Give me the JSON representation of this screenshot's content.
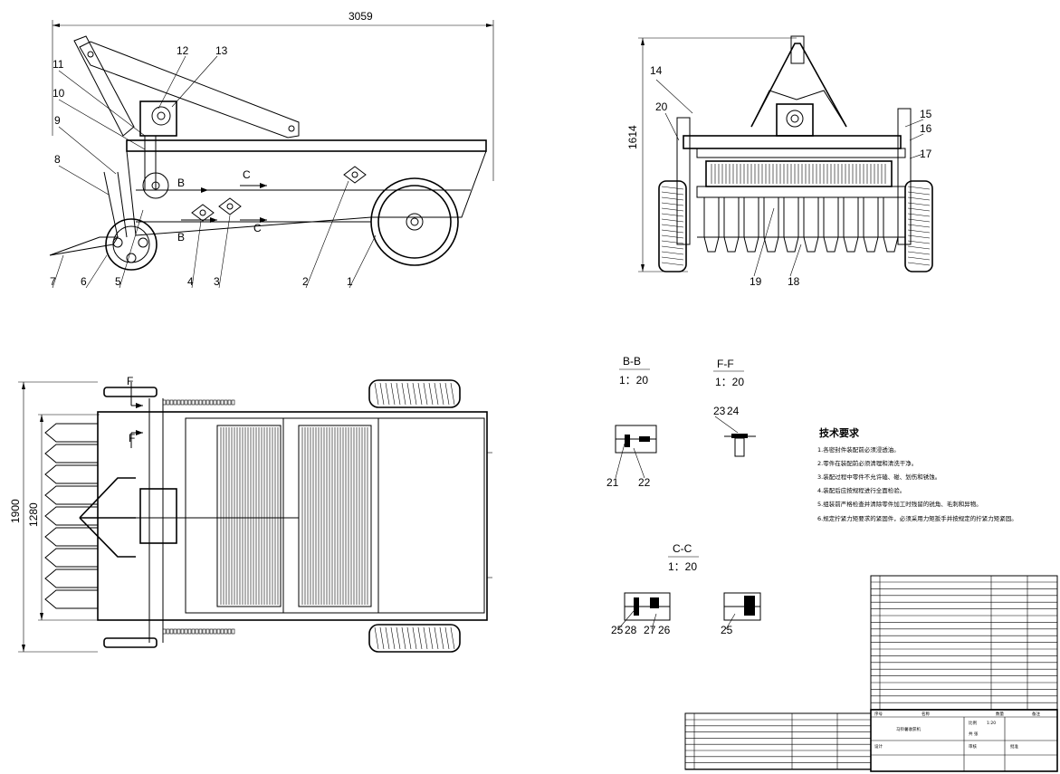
{
  "side_view": {
    "overall_length": "3059",
    "part_callouts": [
      "1",
      "2",
      "3",
      "4",
      "5",
      "6",
      "7",
      "8",
      "9",
      "10",
      "11",
      "12",
      "13"
    ],
    "section_markers": {
      "b": "B",
      "c": "C"
    }
  },
  "rear_view": {
    "height": "1614",
    "part_callouts": [
      "14",
      "20",
      "15",
      "16",
      "17",
      "19",
      "18"
    ]
  },
  "top_view": {
    "width_outer": "1900",
    "width_inner": "1280",
    "section_marker": "F"
  },
  "sections": {
    "bb": {
      "title": "B-B",
      "scale": "1：20",
      "callouts": [
        "21",
        "22"
      ]
    },
    "ff": {
      "title": "F-F",
      "scale": "1：20",
      "callouts": [
        "23",
        "24"
      ]
    },
    "cc": {
      "title": "C-C",
      "scale": "1：20",
      "callouts": [
        "25",
        "28",
        "27",
        "26",
        "25"
      ]
    }
  },
  "tech_requirements": {
    "title": "技术要求",
    "items": [
      "1.各密封件装配前必须浸透油。",
      "2.零件在装配前必须清理和清洗干净。",
      "3.装配过程中零件不允许磕、碰、划伤和锈蚀。",
      "4.装配后应按规程进行全面检验。",
      "5.组装前严格检查并清除零件加工时残留的锐角、毛刺和异物。",
      "6.规定拧紧力矩要求的紧固件，必须采用力矩扳手并按规定的拧紧力矩紧固。"
    ]
  },
  "title_block": {
    "header_no": "序号",
    "header_name": "名称",
    "header_qty": "数量",
    "header_note": "备注",
    "product_name": "马铃薯收获机",
    "scale_label": "比例",
    "scale_value": "1:20",
    "sheet_label": "共 张",
    "design": "设计",
    "check": "审核",
    "approve": "批准"
  }
}
